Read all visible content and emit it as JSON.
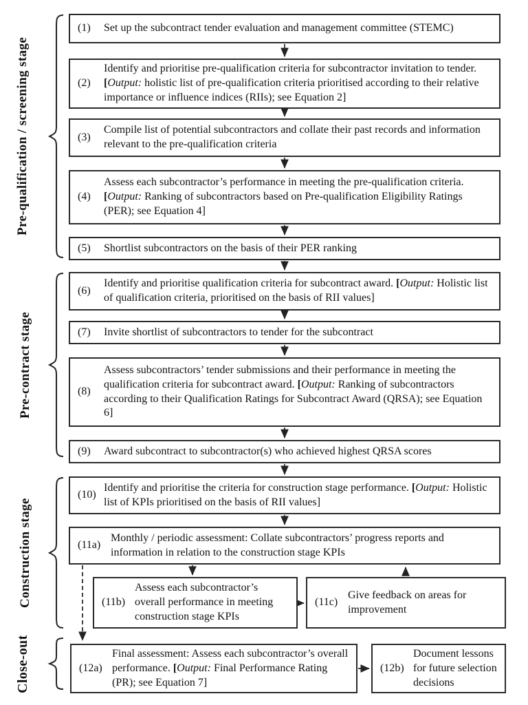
{
  "stages": [
    {
      "label": "Pre-qualification / screening stage"
    },
    {
      "label": "Pre-contract stage"
    },
    {
      "label": "Construction stage"
    },
    {
      "label": "Close-out"
    }
  ],
  "boxes": [
    {
      "num": "(1)",
      "t1": "Set up the subcontract tender evaluation and management committee (STEMC)"
    },
    {
      "num": "(2)",
      "t1": "Identify and prioritise pre-qualification criteria for subcontractor invitation to tender. ",
      "br": "[",
      "out": "Output:",
      "t2": " holistic list of pre-qualification criteria prioritised according to their relative importance or influence indices (RIIs); see Equation 2]"
    },
    {
      "num": "(3)",
      "t1": "Compile list of potential subcontractors and collate their past records and information relevant to the pre-qualification criteria"
    },
    {
      "num": "(4)",
      "t1": "Assess each subcontractor’s performance in meeting the pre-qualification criteria. ",
      "br": "[",
      "out": "Output:",
      "t2": " Ranking of subcontractors based on Pre-qualification Eligibility Ratings (PER); see Equation 4]"
    },
    {
      "num": "(5)",
      "t1": "Shortlist subcontractors on the basis of their PER ranking"
    },
    {
      "num": "(6)",
      "t1": "Identify and prioritise qualification criteria for subcontract award. ",
      "br": "[",
      "out": "Output:",
      "t2": " Holistic list of qualification criteria, prioritised on the basis of RII values]"
    },
    {
      "num": "(7)",
      "t1": "Invite shortlist of subcontractors to tender for the subcontract"
    },
    {
      "num": "(8)",
      "t1": "Assess subcontractors’ tender submissions and their performance in meeting the qualification criteria for subcontract award. ",
      "br": "[",
      "out": "Output:",
      "t2": " Ranking of subcontractors according to their Qualification Ratings for Subcontract Award (QRSA); see Equation 6]"
    },
    {
      "num": "(9)",
      "t1": "Award subcontract to subcontractor(s) who achieved highest QRSA scores"
    },
    {
      "num": "(10)",
      "t1": "Identify and prioritise the criteria for construction stage performance. ",
      "br": "[",
      "out": "Output:",
      "t2": " Holistic list of KPIs prioritised on the basis of RII values]"
    },
    {
      "num": "(11a)",
      "t1": "Monthly / periodic assessment: Collate subcontractors’ progress reports and information in relation to the construction stage KPIs"
    },
    {
      "num": "(11b)",
      "t1": "Assess each subcontractor’s overall performance in meeting construction stage KPIs"
    },
    {
      "num": "(11c)",
      "t1": "Give feedback on areas for improvement"
    },
    {
      "num": "(12a)",
      "t1": "Final assessment: Assess each subcontractor’s overall performance. ",
      "br": "[",
      "out": "Output:",
      "t2": " Final Performance Rating (PR); see Equation 7]"
    },
    {
      "num": "(12b)",
      "t1": "Document lessons for future selection decisions"
    }
  ],
  "colors": {
    "ink": "#2a2a2a",
    "background": "#ffffff"
  }
}
